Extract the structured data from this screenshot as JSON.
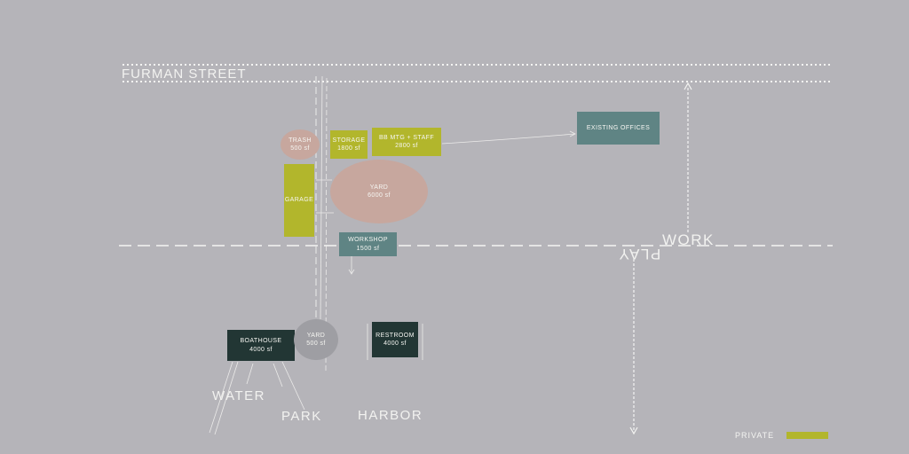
{
  "street": "FURMAN STREET",
  "zones": {
    "work": "WORK",
    "play": "PLAY"
  },
  "spaces": {
    "trash": {
      "name": "TRASH",
      "area": "500 sf"
    },
    "storage": {
      "name": "STORAGE",
      "area": "1800 sf"
    },
    "bb_mtg": {
      "name": "BB MTG + STAFF",
      "area": "2800 sf"
    },
    "existing_offices": {
      "name": "EXISTING OFFICES"
    },
    "garage": {
      "name": "GARAGE"
    },
    "yard_main": {
      "name": "YARD",
      "area": "6000 sf"
    },
    "workshop": {
      "name": "WORKSHOP",
      "area": "1500 sf"
    },
    "boathouse": {
      "name": "BOATHOUSE",
      "area": "4000 sf"
    },
    "yard_small": {
      "name": "YARD",
      "area": "500 sf"
    },
    "restroom": {
      "name": "RESTROOM",
      "area": "4000 sf"
    }
  },
  "destinations": {
    "water": "WATER",
    "park": "PARK",
    "harbor": "HARBOR"
  },
  "legend": {
    "label": "PRIVATE",
    "color": "#b2b62c"
  },
  "colors": {
    "background": "#b5b4b9",
    "private": "#b2b62c",
    "office": "#5f8484",
    "public": "#223634",
    "yard": "#c7a79e",
    "line": "#f4f4f2"
  }
}
